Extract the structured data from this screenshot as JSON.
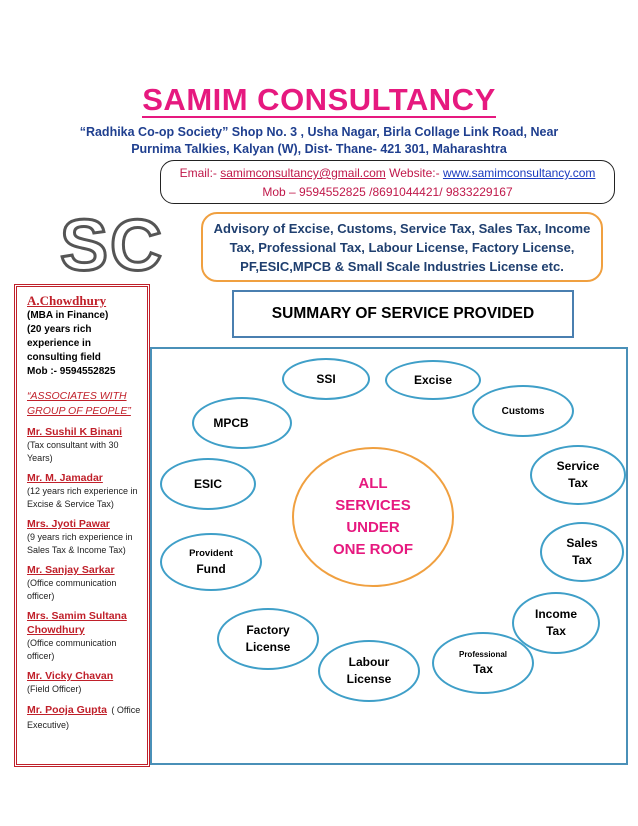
{
  "header": {
    "title": "SAMIM CONSULTANCY",
    "address_line1": "“Radhika Co-op Society” Shop No. 3 , Usha Nagar, Birla Collage Link Road, Near",
    "address_line2": "Purnima Talkies, Kalyan (W), Dist- Thane- 421 301, Maharashtra"
  },
  "contact": {
    "email_label": "Email:- ",
    "email": "samimconsultancy@gmail.com",
    "website_label": "Website:- ",
    "website": "www.samimconsultancy.com",
    "mobile": "Mob – 9594552825 /8691044421/ 9833229167"
  },
  "logo": {
    "text": "SC"
  },
  "advisory": {
    "line1": "Advisory of Excise, Customs, Service Tax, Sales Tax, Income",
    "line2": "Tax, Professional Tax, Labour License, Factory License,",
    "line3": "PF,ESIC,MPCB & Small Scale Industries License etc."
  },
  "sidebar": {
    "name": "A.Chowdhury",
    "qual1": "(MBA in Finance)",
    "qual2": "(20 years rich experience in consulting field",
    "mobile": "Mob :- 9594552825",
    "associates": "“ASSOCIATES WITH GROUP OF PEOPLE”",
    "members": [
      {
        "name": "Mr. Sushil K Binani",
        "desc": "(Tax consultant with 30 Years)"
      },
      {
        "name": "Mr. M. Jamadar",
        "desc": "(12 years rich experience in Excise & Service Tax)"
      },
      {
        "name": "Mrs. Jyoti Pawar",
        "desc": "(9 years rich experience in Sales Tax & Income Tax)"
      },
      {
        "name": "Mr. Sanjay Sarkar",
        "desc": "(Office communication officer)"
      },
      {
        "name": "Mrs. Samim Sultana Chowdhury",
        "desc": "(Office communication officer)"
      },
      {
        "name": "Mr. Vicky Chavan",
        "desc": "(Field Officer)"
      },
      {
        "name": "Mr. Pooja Gupta",
        "desc": "( Office Executive)"
      }
    ]
  },
  "summary": {
    "title": "SUMMARY OF SERVICE PROVIDED"
  },
  "center": {
    "line1": "ALL",
    "line2": "SERVICES",
    "line3": "UNDER",
    "line4": "ONE ROOF"
  },
  "services": {
    "ssi": "SSI",
    "excise": "Excise",
    "customs": "Customs",
    "mpcb": "MPCB",
    "service_tax_1": "Service",
    "service_tax_2": "Tax",
    "esic": "ESIC",
    "sales_tax_1": "Sales",
    "sales_tax_2": "Tax",
    "pf_1": "Provident",
    "pf_2": "Fund",
    "income_tax_1": "Income",
    "income_tax_2": "Tax",
    "factory_1": "Factory",
    "factory_2": "License",
    "labour_1": "Labour",
    "labour_2": "License",
    "prof_tax_1": "Professional",
    "prof_tax_2": "Tax"
  }
}
